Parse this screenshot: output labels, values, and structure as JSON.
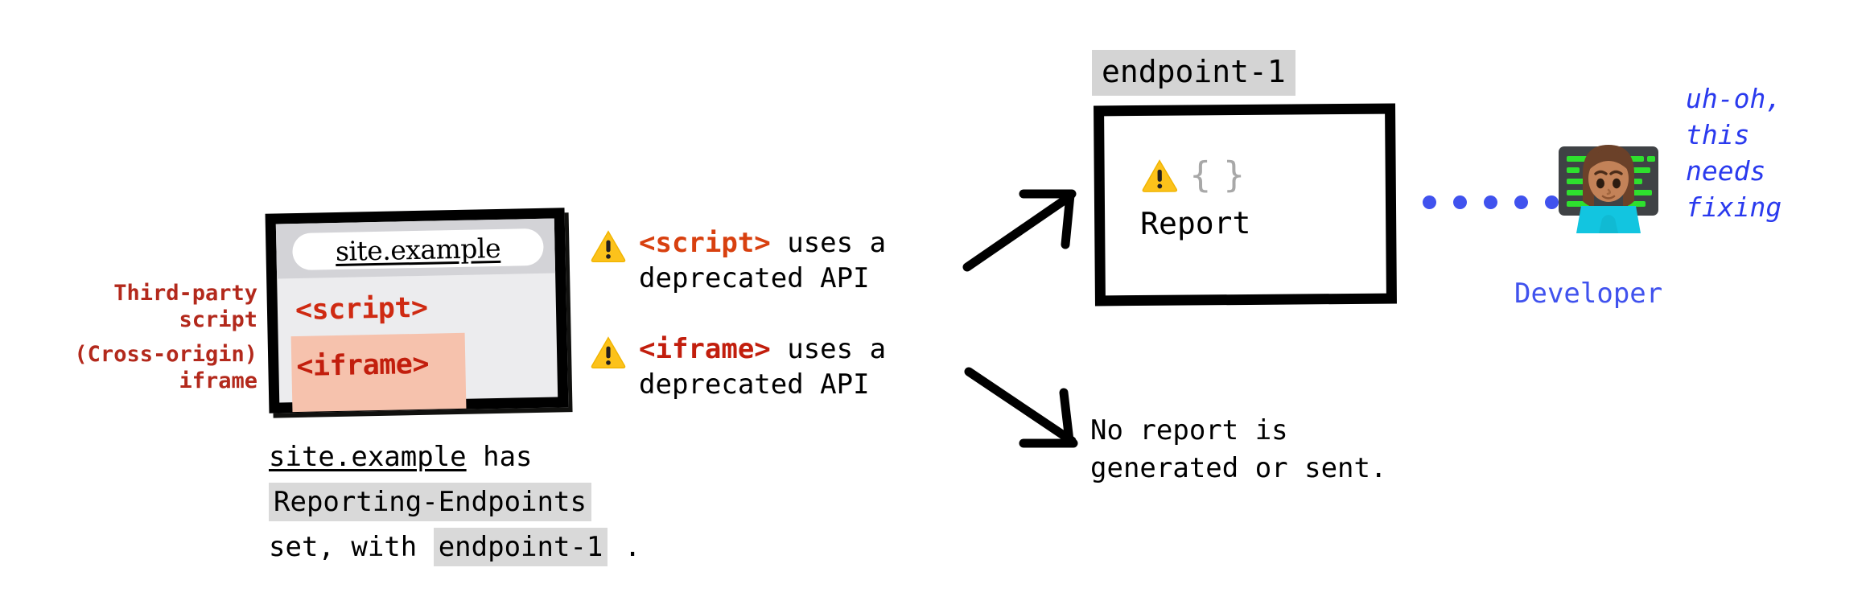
{
  "labels": {
    "third_party_script": "Third-party\nscript",
    "cross_origin_iframe": "(Cross-origin)\niframe"
  },
  "browser": {
    "url": "site.example",
    "code_script": "<script>",
    "code_iframe": "<iframe>"
  },
  "caption": {
    "site": "site.example",
    "has": " has ",
    "header": "Reporting-Endpoints",
    "set_with": "set, with ",
    "endpoint": "endpoint-1",
    "period": " ."
  },
  "warnings": [
    {
      "icon": "warning-triangle-icon",
      "tag": "<script>",
      "rest": " uses a\ndeprecated API"
    },
    {
      "icon": "warning-triangle-icon",
      "tag": "<iframe>",
      "rest": " uses a\ndeprecated API"
    }
  ],
  "endpoint_chip": "endpoint-1",
  "report_box": {
    "warning_icon": "warning-triangle-icon",
    "braces": "{ }",
    "label": "Report"
  },
  "no_report": "No report is\ngenerated or sent.",
  "connector": {
    "icon": "dotted-line-icon",
    "dot_count": 6,
    "color": "#4052ee"
  },
  "developer": {
    "emoji": "woman-technologist-emoji",
    "label": "Developer",
    "speech": "uh-oh,\nthis\nneeds\nfixing"
  },
  "colors": {
    "red_label": "#b3291c",
    "script_tag": "#d8400f",
    "iframe_tag": "#c21e0d",
    "iframe_highlight": "#f6c2ad",
    "chip_gray": "#d4d4d4",
    "blue": "#4052ee",
    "warning_yellow": "#fcc21b"
  }
}
